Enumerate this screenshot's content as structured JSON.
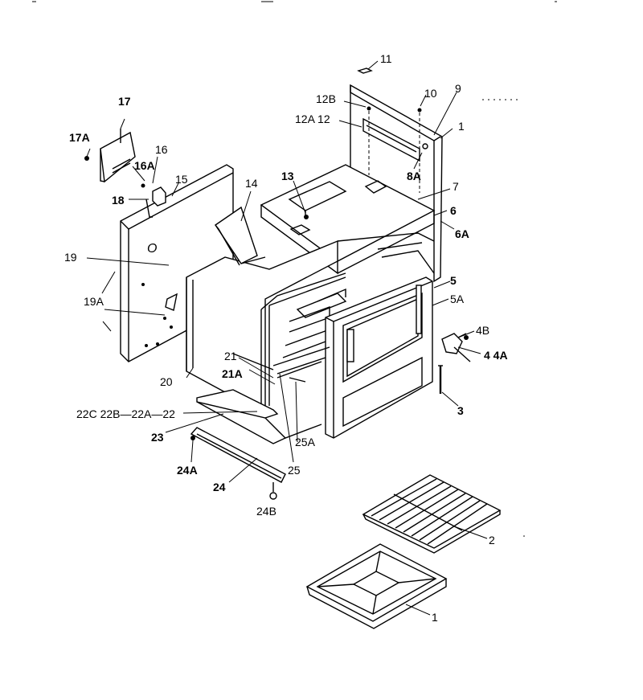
{
  "labels": {
    "l11": "11",
    "l12b": "12B",
    "l10": "10",
    "l9": "9",
    "l12a12": "12A 12",
    "l1": "1",
    "l17": "17",
    "l17a": "17A",
    "l16": "16",
    "l16a": "16A",
    "l15": "15",
    "l18": "18",
    "l13": "13",
    "l8a": "8A",
    "l14": "14",
    "l7": "7",
    "l6": "6",
    "l6a": "6A",
    "l19": "19",
    "l19a": "19A",
    "l5": "5",
    "l5a": "5A",
    "l4b": "4B",
    "l44a": "4 4A",
    "l21": "21",
    "l21a": "21A",
    "l20": "20",
    "l3": "3",
    "l22": "22C 22B—22A—22",
    "l23": "23",
    "l25a": "25A",
    "l25": "25",
    "l24a": "24A",
    "l24": "24",
    "l24b": "24B",
    "l2": "2",
    "l1b": "1"
  }
}
